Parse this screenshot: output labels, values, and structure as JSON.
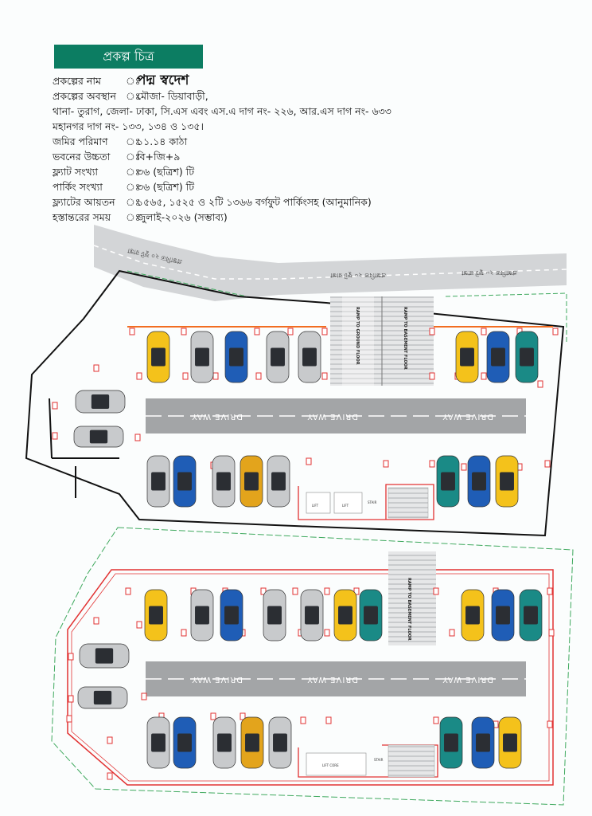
{
  "header": {
    "title": "প্রকল্প চিত্র"
  },
  "info": {
    "name_label": "প্রকল্পের নাম",
    "name_value": "পদ্ম স্বদেশ",
    "location_label": "প্রকল্পের অবস্থান",
    "location_line1": "মৌজা- ডিয়াবাড়ী,",
    "location_line2": "থানা- তুরাগ, জেলা- ঢাকা, সি.এস এবং এস.এ দাগ নং- ২২৬, আর.এস দাগ নং- ৬৩৩",
    "location_line3": "মহানগর দাগ নং- ১৩৩, ১৩৪ ও ১৩৫।",
    "land_label": "জমির পরিমাণ",
    "land_value": "১১.১৪ কাঠা",
    "height_label": "ভবনের উচ্চতা",
    "height_value": "বি+জি+৯",
    "flat_count_label": "ফ্ল্যাট সংখ্যা",
    "flat_count_value": "৩৬ (ছত্রিশ) টি",
    "parking_label": "পার্কিং সংখ্যা",
    "parking_value": "৩৬ (ছত্রিশ) টি",
    "flat_size_label": "ফ্ল্যাটের আয়তন",
    "flat_size_value": "১৫৬৫, ১৫২৫ ও ২টি ১৩৬৬ বর্গফুট পার্কিংসহ (আনুমানিক)",
    "handover_label": "হস্তান্তরের সময়",
    "handover_value": "জুলাই-২০২৬ (সম্ভাব্য)",
    "separator": "ঃ"
  },
  "plan": {
    "road_labels": [
      "প্রস্তাবিত ২০ ফুট রাস্তা",
      "প্রস্তাবিত ২০ ফুট রাস্তা",
      "প্রস্তাবিত ২০ ফুট রাস্তা"
    ],
    "drive_way": "DRIVE WAY",
    "ramp_ground": "RAMP TO GROUND FLOOR",
    "ramp_basement": "RAMP TO BASEMENT FLOOR",
    "ramp_basement_2": "RAMP TO BASEMENT FLOOR",
    "lift": "LIFT",
    "lift_core": "LIFT CORE",
    "stair": "STAIR"
  },
  "colors": {
    "brand_green": "#0c7d62",
    "driveway_gray": "#a3a5a7",
    "wall_red": "#e23232",
    "orange_line": "#f26d21",
    "car_yellow": "#f4c21b",
    "car_gold": "#e3a41c",
    "car_blue": "#1f5db6",
    "car_teal": "#1a8a86",
    "car_silver": "#c8cacc",
    "car_dark": "#5b5e62"
  }
}
